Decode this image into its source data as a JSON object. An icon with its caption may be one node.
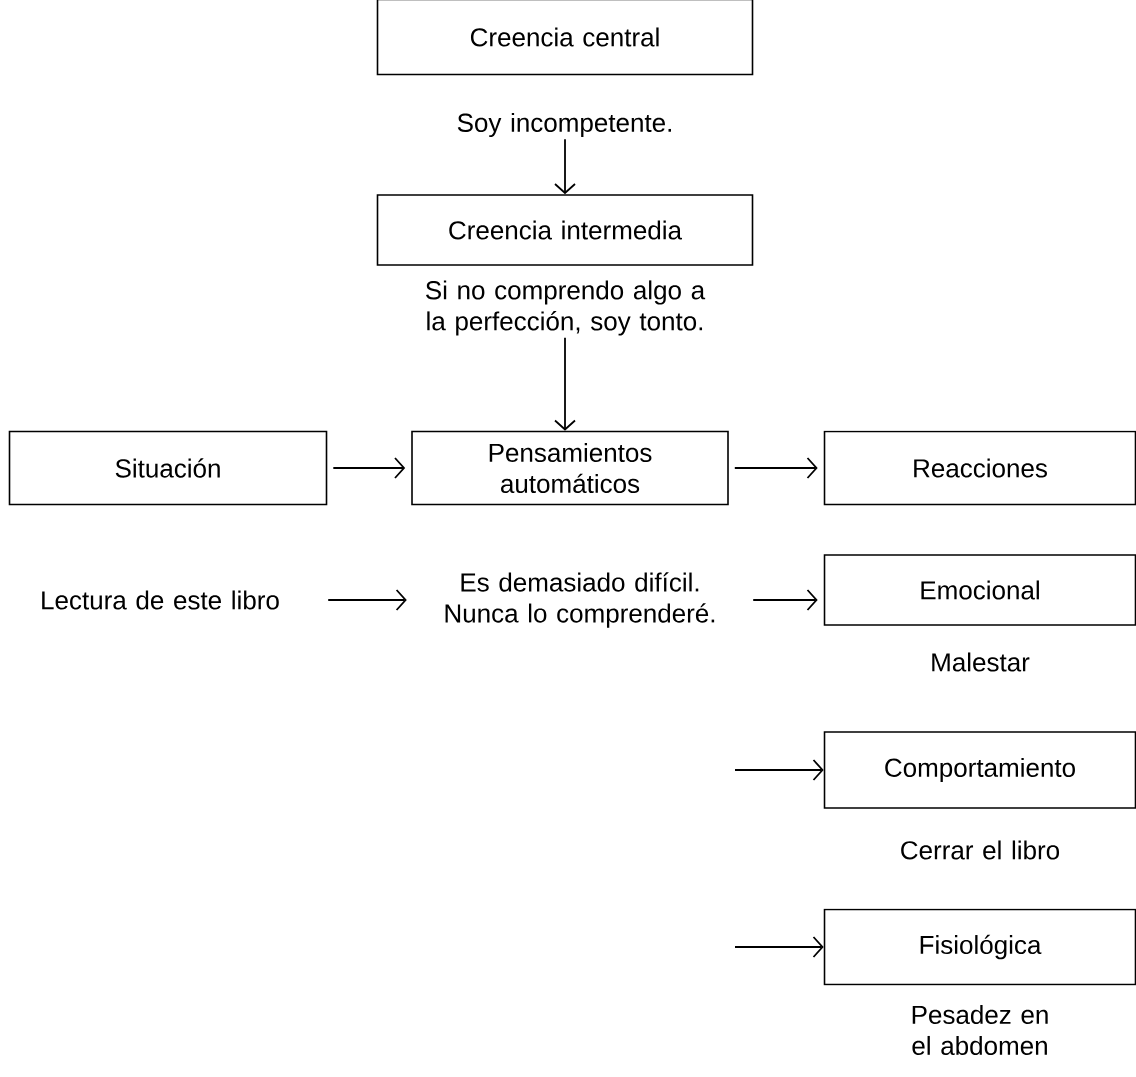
{
  "diagram": {
    "nodes": [
      {
        "text": [
          "Creencia central"
        ]
      },
      {
        "text": [
          "Soy incompetente."
        ]
      },
      {
        "text": [
          "Creencia intermedia"
        ]
      },
      {
        "text": [
          "Si no comprendo algo a la perfección, soy tonto."
        ]
      },
      {
        "text": [
          "Situación"
        ]
      },
      {
        "text": [
          "Pensamientos automáticos"
        ]
      },
      {
        "text": [
          "Reacciones"
        ]
      },
      {
        "text": [
          "Lectura de este libro"
        ]
      },
      {
        "text": [
          "Es demasiado difícil. Nunca lo comprenderé."
        ]
      },
      {
        "text": [
          "Emocional"
        ],
        "beside": [
          "Malestar"
        ]
      },
      {
        "text": [
          "Comportamiento"
        ],
        "beside": [
          "Cerrar el libro"
        ]
      },
      {
        "text": [
          "Fisiológica"
        ],
        "beside": [
          "Pesadez en el abdomen"
        ]
      }
    ],
    "edges": [
      {
        "from": 1,
        "to": 2,
        "arrow": "to"
      },
      {
        "from": 3,
        "to": 5,
        "arrow": "to"
      },
      {
        "from": 4,
        "to": 5,
        "arrow": "to"
      },
      {
        "from": 5,
        "to": 6,
        "arrow": "to"
      },
      {
        "from": 7,
        "to": 8,
        "arrow": "to"
      },
      {
        "from": 8,
        "to": 9,
        "arrow": "to"
      },
      {
        "from": null,
        "to": 10,
        "arrow": "to"
      },
      {
        "from": null,
        "to": 11,
        "arrow": "to"
      }
    ]
  }
}
